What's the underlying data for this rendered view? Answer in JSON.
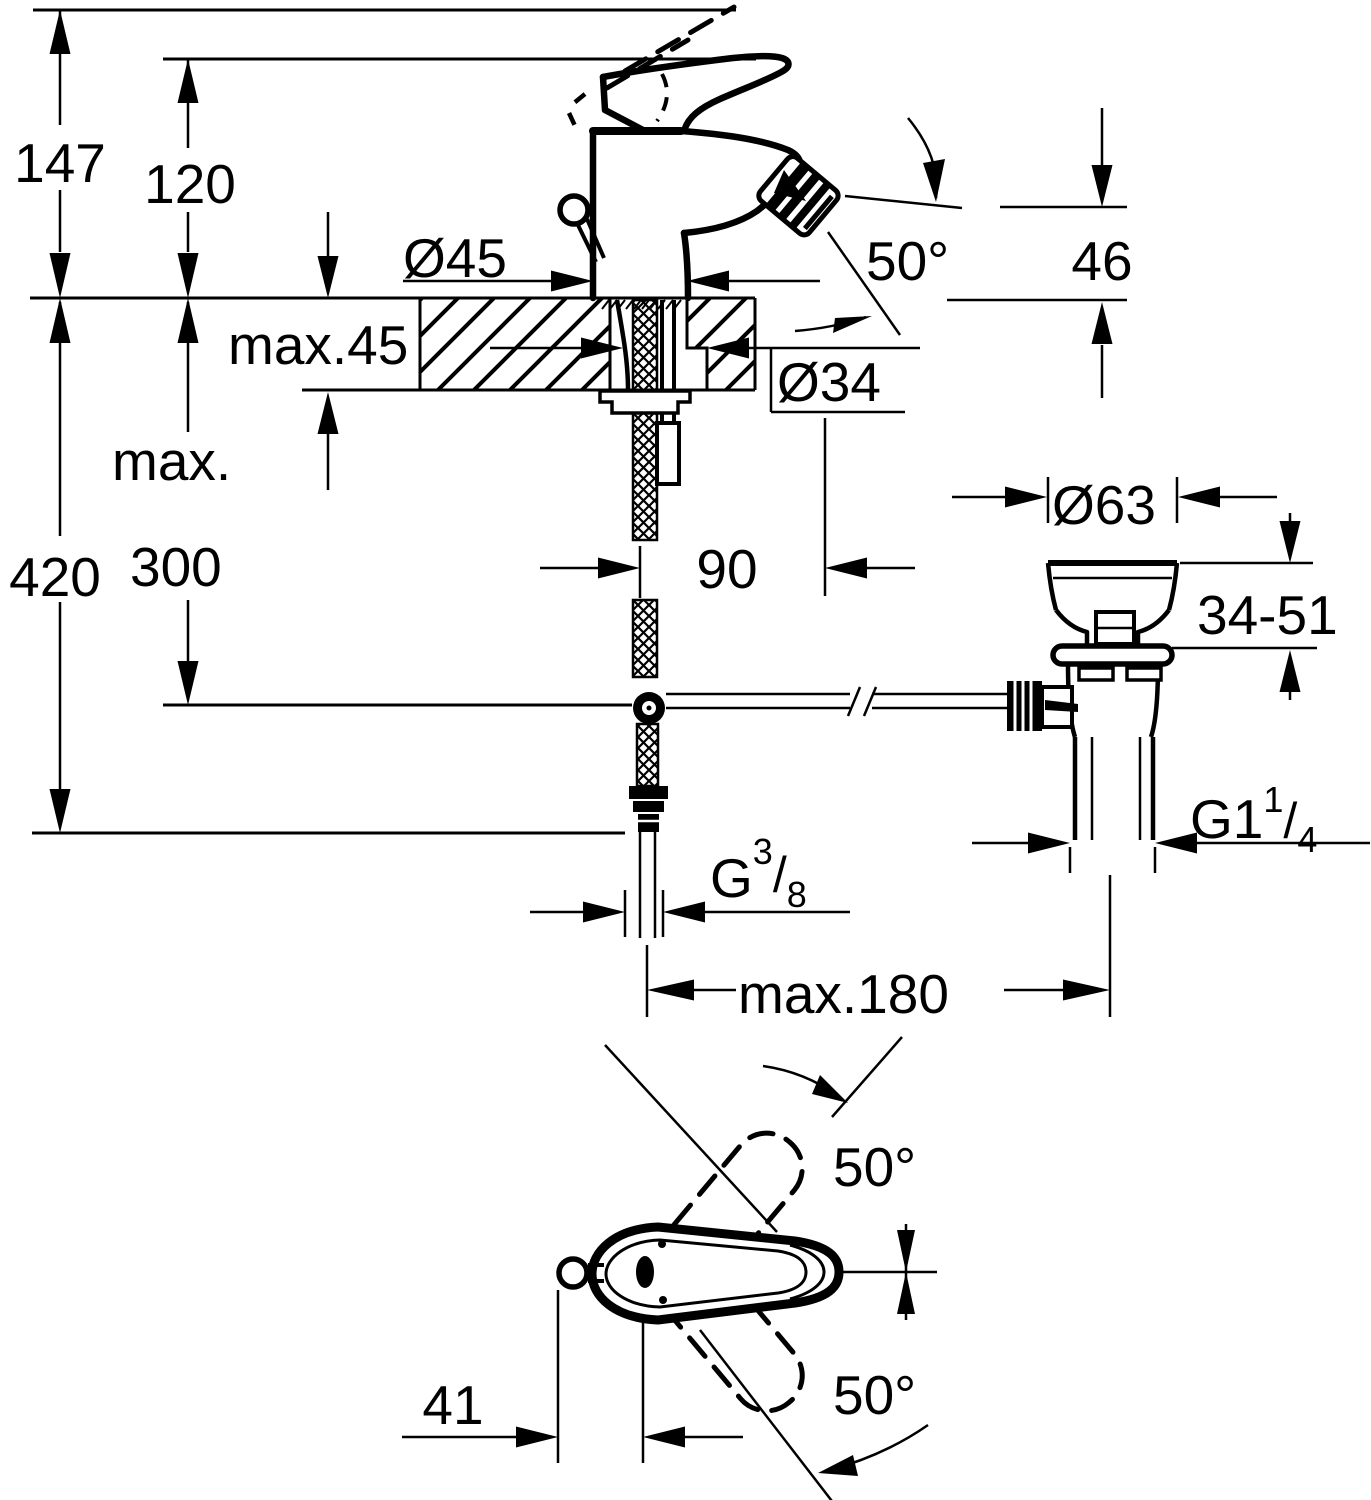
{
  "colors": {
    "ink": "#000000",
    "paper": "#ffffff"
  },
  "labels": {
    "dim147": "147",
    "dim120": "120",
    "dimMax45": "max.45",
    "dia45": "Ø45",
    "dimMaxWord": "max.",
    "dim300": "300",
    "dim420": "420",
    "angle50Main": "50°",
    "dim46": "46",
    "dia34": "Ø34",
    "dim90": "90",
    "dia63": "Ø63",
    "dim3451": "34-51",
    "g114Main": "G1",
    "g114Sup": "1",
    "g114Slash": "/",
    "g114Sub": "4",
    "g38Main": "G",
    "g38Sup": "3",
    "g38Slash": "/",
    "g38Sub": "8",
    "dimMax180": "max.180",
    "dim41": "41",
    "angle50Top": "50°",
    "angle50Bottom": "50°"
  }
}
